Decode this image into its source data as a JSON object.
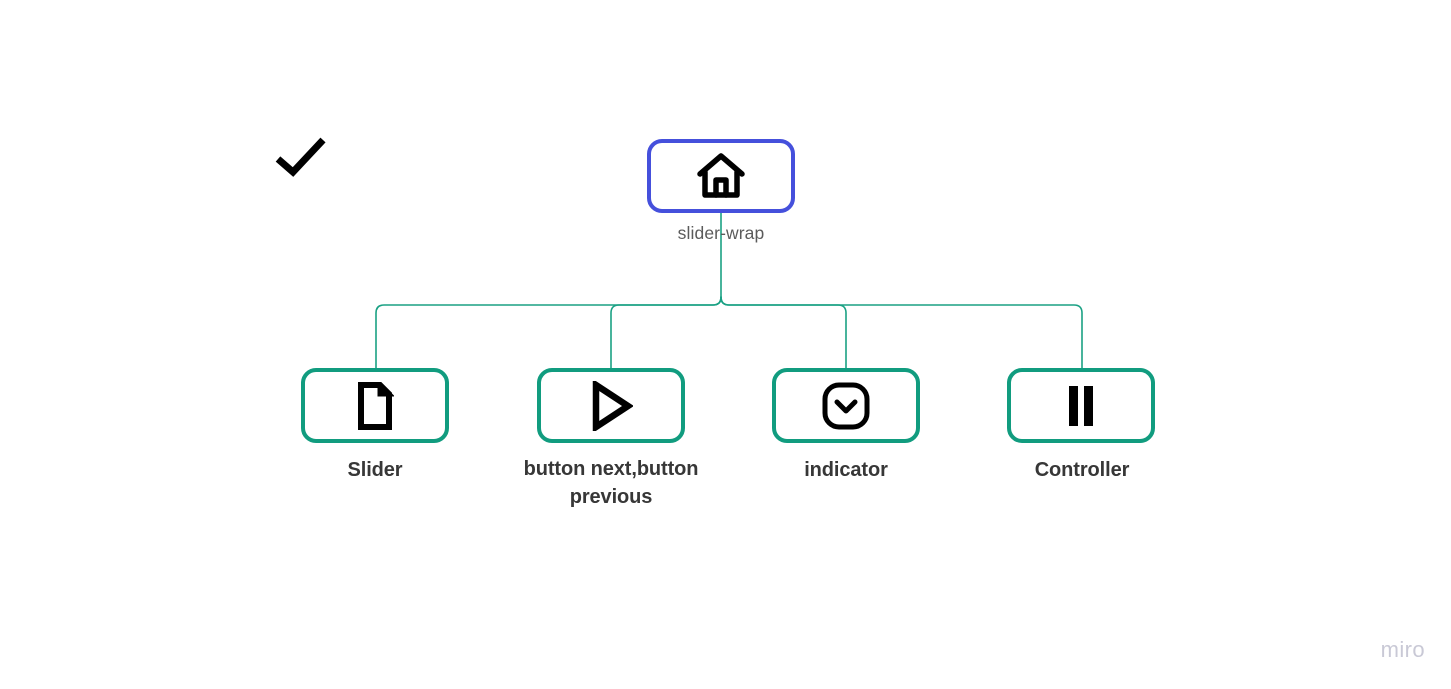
{
  "board": {
    "background_color": "#ffffff",
    "watermark": "miro"
  },
  "diagram": {
    "type": "tree",
    "root": {
      "id": "slider-wrap",
      "label": "slider-wrap",
      "icon": "home-icon",
      "border_color": "#4550dc",
      "label_color": "#5b5b5b"
    },
    "children": [
      {
        "id": "slider",
        "label": "Slider",
        "icon": "document-icon",
        "border_color": "#119c7f",
        "label_color": "#373737"
      },
      {
        "id": "buttons",
        "label": "button next,button previous",
        "icon": "play-icon",
        "border_color": "#119c7f",
        "label_color": "#373737"
      },
      {
        "id": "indicator",
        "label": "indicator",
        "icon": "chevron-down-boxed-icon",
        "border_color": "#119c7f",
        "label_color": "#373737"
      },
      {
        "id": "controller",
        "label": "Controller",
        "icon": "pause-icon",
        "border_color": "#119c7f",
        "label_color": "#373737"
      }
    ],
    "connector_color": "#1aa184"
  },
  "decorations": [
    {
      "id": "check-mark",
      "icon": "check-icon",
      "color": "#000000"
    }
  ]
}
